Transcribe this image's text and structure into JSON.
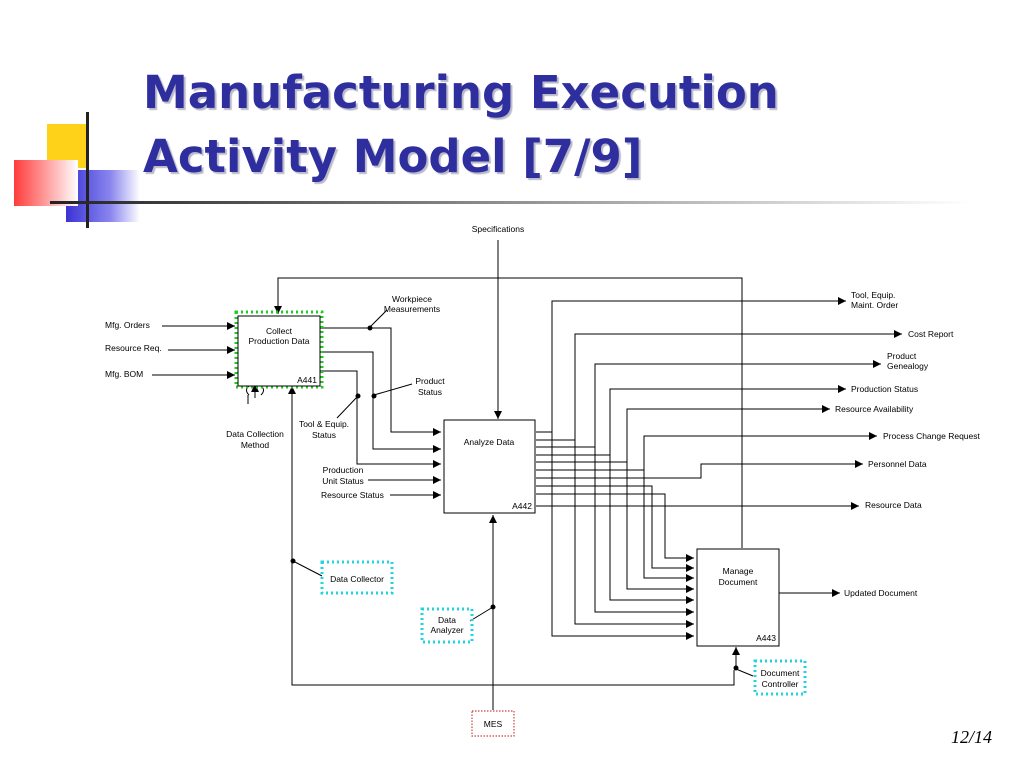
{
  "slide": {
    "title_line1": "Manufacturing Execution",
    "title_line2": "Activity Model [7/9]",
    "page_number": "12/14"
  },
  "diagram": {
    "top_input": "Specifications",
    "boxes": {
      "a441": {
        "label": [
          "Collect",
          "Production Data"
        ],
        "code": "A441"
      },
      "a442": {
        "label": [
          "Analyze Data"
        ],
        "code": "A442"
      },
      "a443": {
        "label": [
          "Manage",
          "Document"
        ],
        "code": "A443"
      }
    },
    "inputs_a441": [
      "Mfg. Orders",
      "Resource Req.",
      "Mfg. BOM"
    ],
    "control_a441": [
      "Data Collection",
      "Method"
    ],
    "feedback_labels": {
      "workpiece": [
        "Workpiece",
        "Measurements"
      ],
      "product_status": [
        "Product",
        "Status"
      ],
      "tool_equip_status": [
        "Tool & Equip.",
        "Status"
      ]
    },
    "inputs_a442": {
      "production_unit_status": [
        "Production",
        "Unit  Status"
      ],
      "resource_status": "Resource Status"
    },
    "outputs": [
      [
        "Tool, Equip.",
        "Maint. Order"
      ],
      [
        "Cost Report"
      ],
      [
        "Product",
        "Genealogy"
      ],
      [
        "Production Status"
      ],
      [
        "Resource Availability"
      ],
      [
        "Process Change Request"
      ],
      [
        "Personnel Data"
      ],
      [
        "Resource Data"
      ]
    ],
    "updated_document": "Updated Document",
    "mechanisms": {
      "data_collector": "Data Collector",
      "data_analyzer": [
        "Data",
        "Analyzer"
      ],
      "document_controller": [
        "Document",
        "Controller"
      ],
      "mes": "MES"
    }
  },
  "colors": {
    "title": "#2e2e9e",
    "green_dots": "#22cc22",
    "cyan_dots": "#22d3e0",
    "red_dots": "#d04040",
    "deco_yellow": "#ffd21a",
    "deco_red": "#ff3b3b",
    "deco_blue": "#3a33d6"
  }
}
